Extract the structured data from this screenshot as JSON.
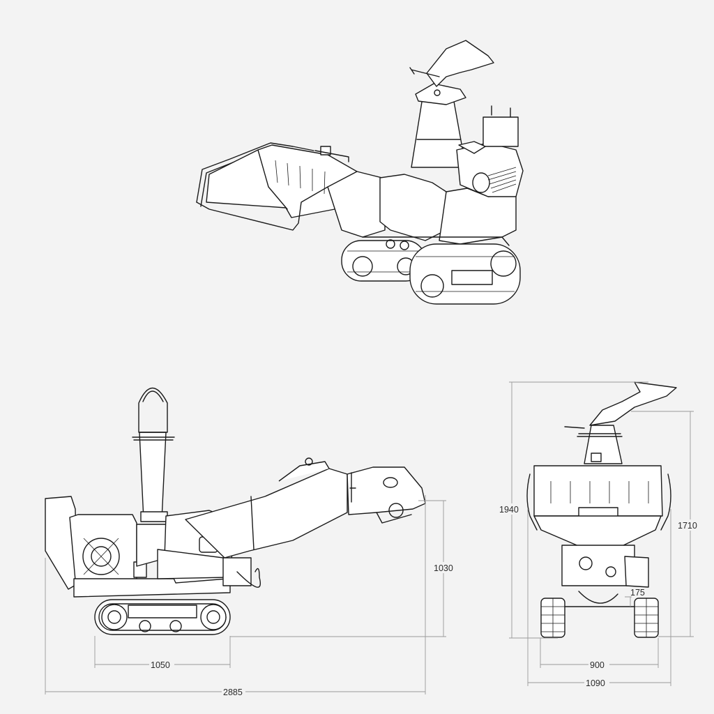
{
  "colors": {
    "background": "#f3f3f3",
    "line": "#1a1a1a",
    "dimension_line": "#9a9a9a"
  },
  "dimensions": {
    "side_total_length": "2885",
    "side_track_length": "1050",
    "side_height": "1030",
    "front_total_height": "1940",
    "front_hopper_height": "1710",
    "front_track_width": "900",
    "front_total_width": "1090",
    "front_ground_clearance": "175"
  }
}
